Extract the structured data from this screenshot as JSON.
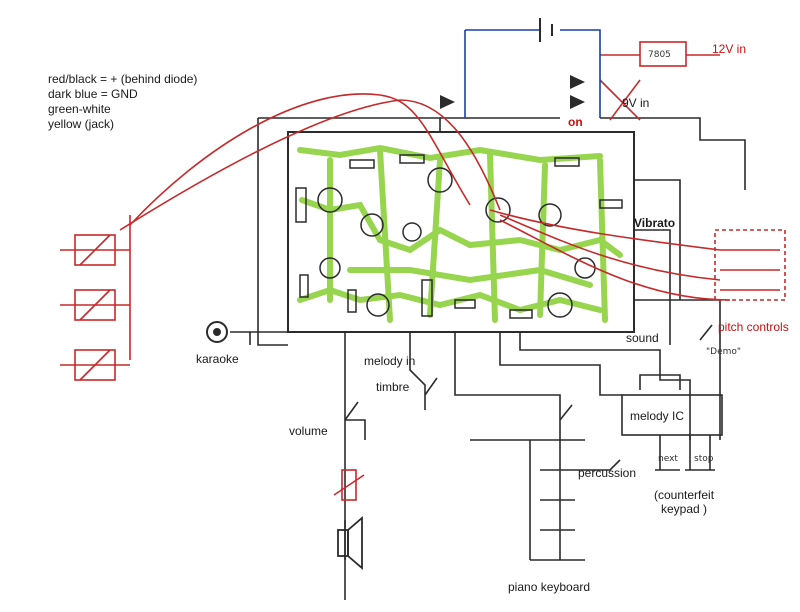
{
  "legend": {
    "lines": [
      "red/black = + (behind diode)",
      "dark blue = GND",
      "green-white",
      "yellow (jack)"
    ]
  },
  "labels": {
    "karaoke": "karaoke",
    "melody_in": "melody in",
    "timbre": "timbre",
    "volume": "volume",
    "sound": "sound",
    "vibrato": "Vibrato",
    "pitch_controls": "pitch controls",
    "melody_ic": "melody IC",
    "percussion": "percussion",
    "counterfeit_keypad": "(counterfeit\nkeypad )",
    "piano_keyboard": "piano keyboard",
    "on": "on",
    "nine_v_in": "9V in",
    "twelve_v_in": "12V in",
    "regulator": "7805",
    "demo": "\"Demo\"",
    "next": "next",
    "stop": "stop"
  },
  "colors": {
    "wire": "#2b2b2b",
    "board_trace": "#8bd13a",
    "red_wire": "#c62a2a",
    "blue_wire": "#1a3fa8"
  }
}
